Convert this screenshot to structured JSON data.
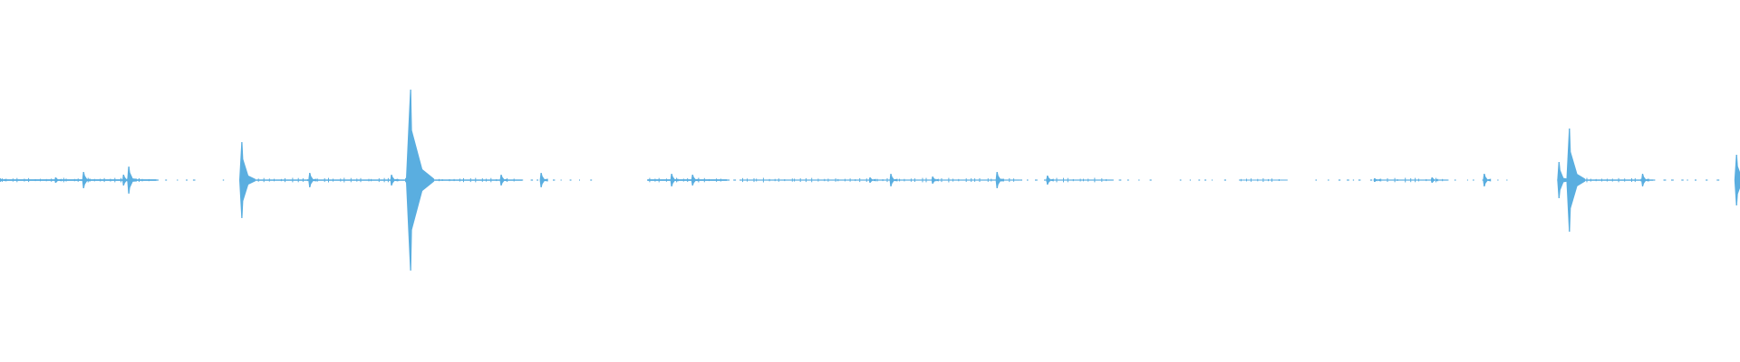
{
  "waveform": {
    "color": "#5aaee0",
    "background": "#ffffff",
    "peaks": [
      {
        "position": 0.0,
        "amplitude": 0.02
      },
      {
        "position": 0.032,
        "amplitude": 0.03
      },
      {
        "position": 0.048,
        "amplitude": 0.09
      },
      {
        "position": 0.071,
        "amplitude": 0.06
      },
      {
        "position": 0.074,
        "amplitude": 0.15
      },
      {
        "position": 0.139,
        "amplitude": 0.42
      },
      {
        "position": 0.178,
        "amplitude": 0.08
      },
      {
        "position": 0.225,
        "amplitude": 0.06
      },
      {
        "position": 0.236,
        "amplitude": 1.0
      },
      {
        "position": 0.288,
        "amplitude": 0.06
      },
      {
        "position": 0.311,
        "amplitude": 0.08
      },
      {
        "position": 0.386,
        "amplitude": 0.07
      },
      {
        "position": 0.398,
        "amplitude": 0.06
      },
      {
        "position": 0.5,
        "amplitude": 0.03
      },
      {
        "position": 0.512,
        "amplitude": 0.07
      },
      {
        "position": 0.536,
        "amplitude": 0.04
      },
      {
        "position": 0.573,
        "amplitude": 0.09
      },
      {
        "position": 0.602,
        "amplitude": 0.05
      },
      {
        "position": 0.79,
        "amplitude": 0.02
      },
      {
        "position": 0.823,
        "amplitude": 0.03
      },
      {
        "position": 0.853,
        "amplitude": 0.07
      },
      {
        "position": 0.896,
        "amplitude": 0.2
      },
      {
        "position": 0.902,
        "amplitude": 0.57
      },
      {
        "position": 0.944,
        "amplitude": 0.07
      },
      {
        "position": 0.998,
        "amplitude": 0.28
      }
    ],
    "baseline_segments": [
      {
        "start": 0.0,
        "end": 0.09,
        "amplitude": 0.012
      },
      {
        "start": 0.138,
        "end": 0.3,
        "amplitude": 0.01
      },
      {
        "start": 0.372,
        "end": 0.418,
        "amplitude": 0.012
      },
      {
        "start": 0.425,
        "end": 0.586,
        "amplitude": 0.008
      },
      {
        "start": 0.6,
        "end": 0.64,
        "amplitude": 0.008
      },
      {
        "start": 0.712,
        "end": 0.74,
        "amplitude": 0.006
      },
      {
        "start": 0.79,
        "end": 0.832,
        "amplitude": 0.008
      },
      {
        "start": 0.895,
        "end": 0.95,
        "amplitude": 0.01
      }
    ],
    "dotted_segments": [
      {
        "start": 0.09,
        "end": 0.112
      },
      {
        "start": 0.128,
        "end": 0.134
      },
      {
        "start": 0.3,
        "end": 0.342
      },
      {
        "start": 0.418,
        "end": 0.425
      },
      {
        "start": 0.586,
        "end": 0.6
      },
      {
        "start": 0.643,
        "end": 0.665
      },
      {
        "start": 0.678,
        "end": 0.705
      },
      {
        "start": 0.756,
        "end": 0.79
      },
      {
        "start": 0.832,
        "end": 0.866
      },
      {
        "start": 0.95,
        "end": 0.99
      }
    ]
  }
}
